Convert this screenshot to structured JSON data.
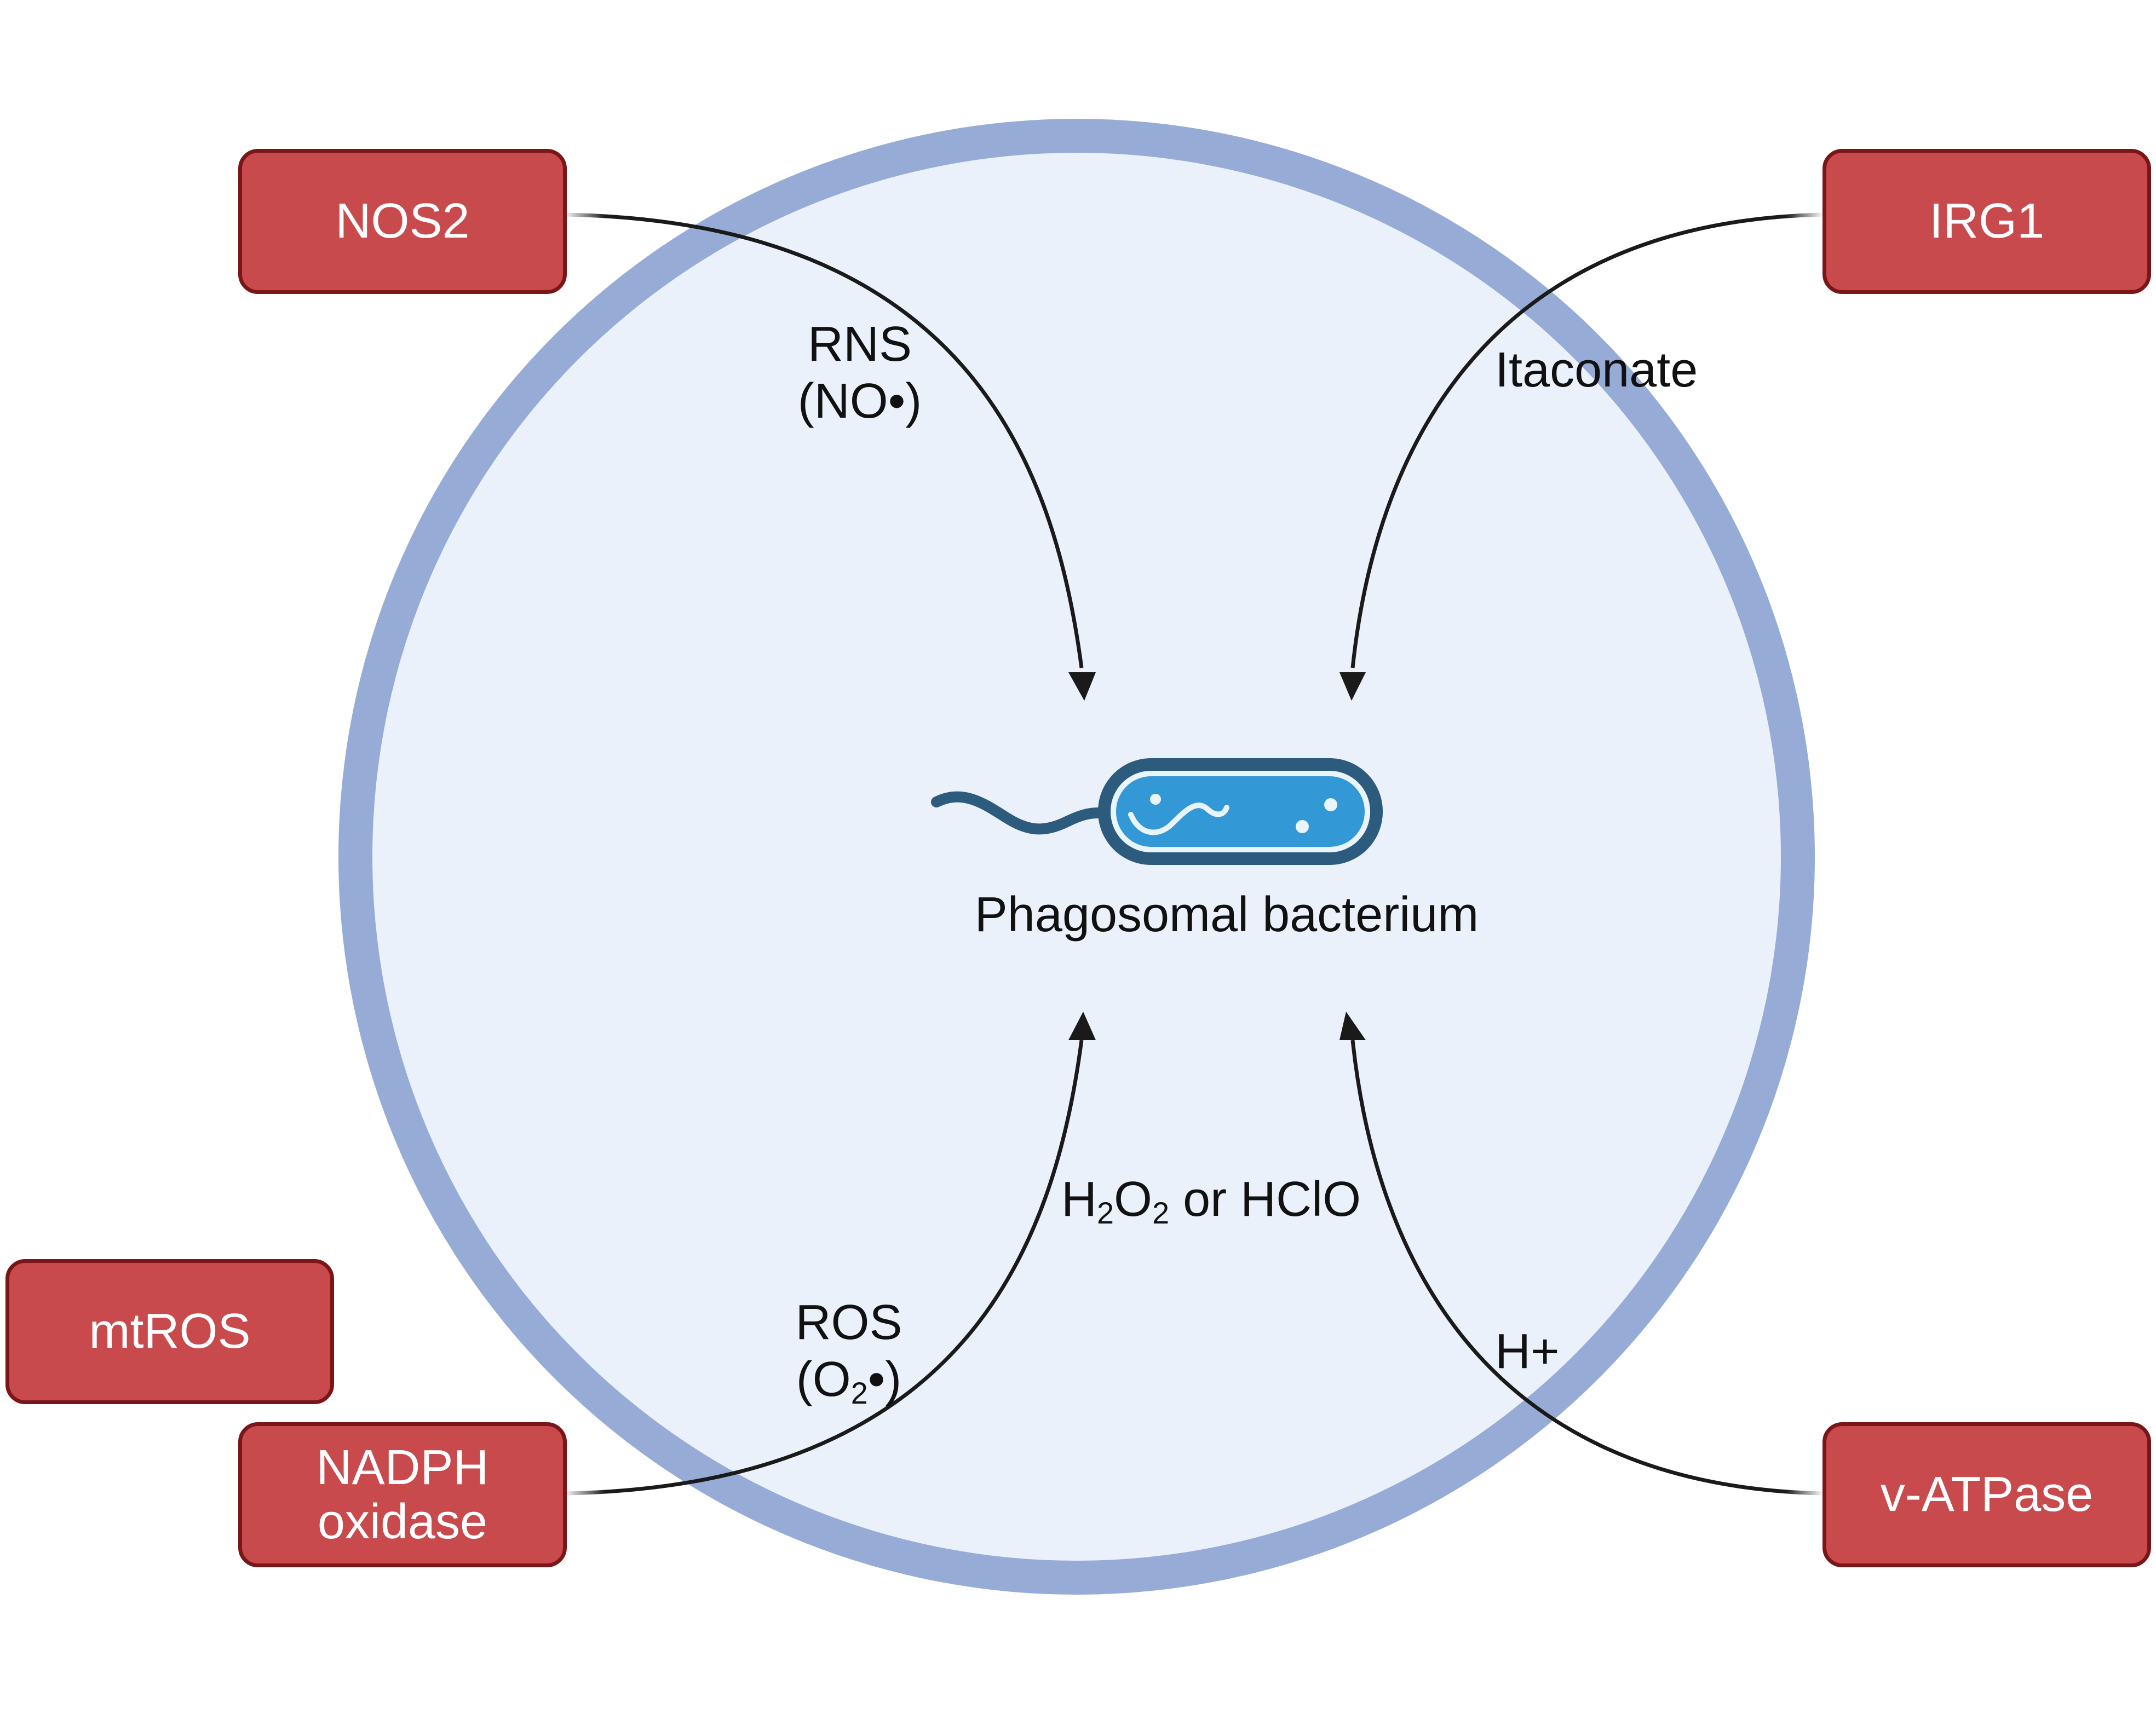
{
  "colors": {
    "phagosome_fill": "#eaf1fb",
    "phagosome_border": "#96acd6",
    "enzyme_fill": "#c94a4c",
    "enzyme_border": "#7a1518",
    "arrow": "#1a1a1a",
    "bacterium_body": "#3398d6",
    "bacterium_outline": "#2c5b7d"
  },
  "enzymes": {
    "nos2": "NOS2",
    "irg1": "IRG1",
    "mtros": "mtROS",
    "nadph_line1": "NADPH",
    "nadph_line2": "oxidase",
    "vatpase": "v-ATPase"
  },
  "products": {
    "rns_line1": "RNS",
    "rns_line2": "(NO•)",
    "itaconate": "Itaconate",
    "ros_line1": "ROS",
    "ros_line2_pre": "(O",
    "ros_line2_sub": "2",
    "ros_line2_post": "•)",
    "h2o2_h": "H",
    "h2o2_sub1": "2",
    "h2o2_o": "O",
    "h2o2_sub2": "2",
    "h2o2_rest": " or HClO",
    "proton": "H+"
  },
  "center": {
    "bacterium_label": "Phagosomal bacterium",
    "bacterium_icon": "bacterium-icon"
  }
}
